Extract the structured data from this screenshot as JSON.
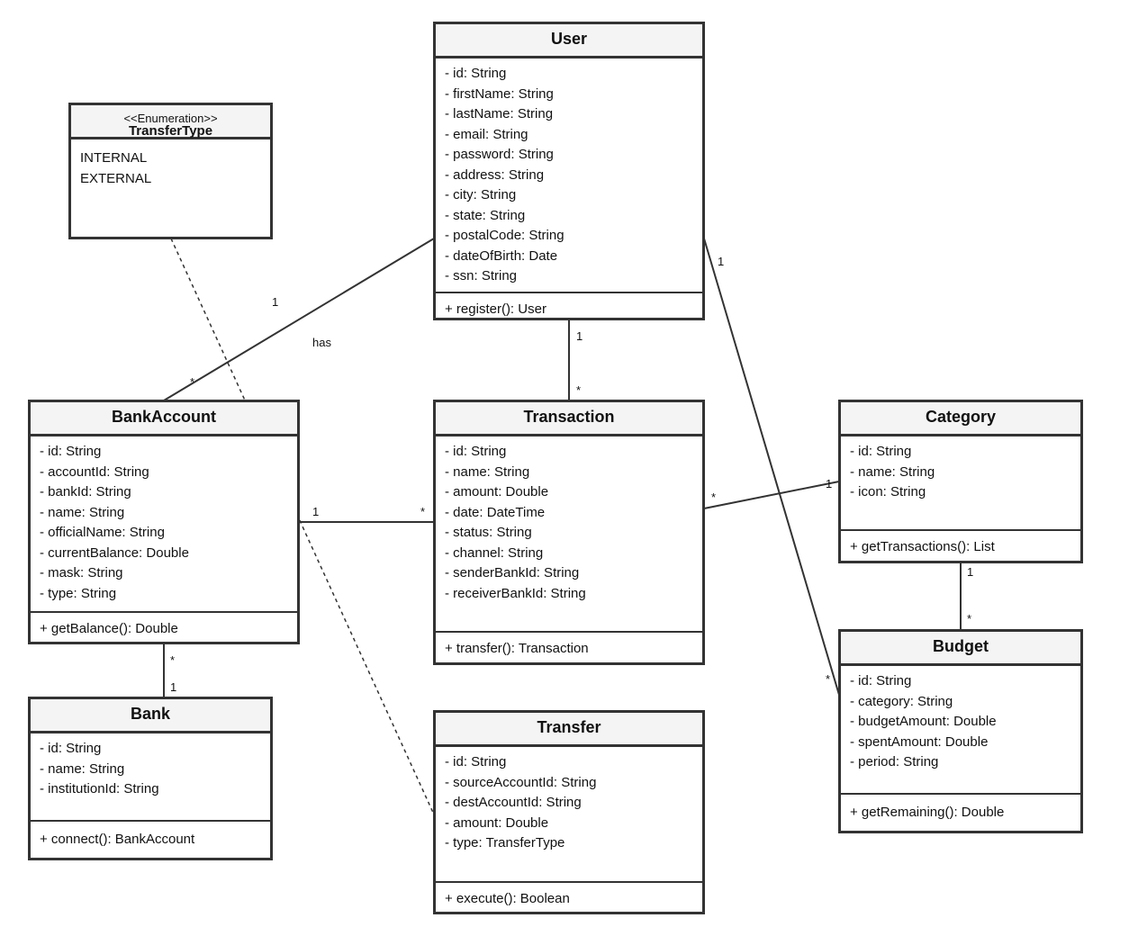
{
  "classes": {
    "user": {
      "name": "User",
      "attributes": [
        "- id: String",
        "- firstName: String",
        "- lastName: String",
        "- email: String",
        "- password: String",
        "- address: String",
        "- city: String",
        "- state: String",
        "- postalCode: String",
        "- dateOfBirth: Date",
        "- ssn: String"
      ],
      "operations": [
        "+ register(): User"
      ]
    },
    "bankaccount": {
      "name": "BankAccount",
      "attributes": [
        "- id: String",
        "- accountId: String",
        "- bankId: String",
        "- name: String",
        "- officialName: String",
        "- currentBalance: Double",
        "- mask: String",
        "- type: String"
      ],
      "operations": [
        "+ getBalance(): Double"
      ]
    },
    "transaction": {
      "name": "Transaction",
      "attributes": [
        "- id: String",
        "- name: String",
        "- amount: Double",
        "- date: DateTime",
        "- status: String",
        "- channel: String",
        "- senderBankId: String",
        "- receiverBankId: String"
      ],
      "operations": [
        "+ transfer(): Transaction"
      ]
    },
    "category": {
      "name": "Category",
      "attributes": [
        "- id: String",
        "- name: String",
        "- icon: String"
      ],
      "operations": [
        "+ getTransactions(): List"
      ]
    },
    "bank": {
      "name": "Bank",
      "attributes": [
        "- id: String",
        "- name: String",
        "- institutionId: String"
      ],
      "operations": [
        "+ connect(): BankAccount"
      ]
    },
    "transfer": {
      "name": "Transfer",
      "attributes": [
        "- id: String",
        "- sourceAccountId: String",
        "- destAccountId: String",
        "- amount: Double",
        "- type: TransferType"
      ],
      "operations": [
        "+ execute(): Boolean"
      ]
    },
    "budget": {
      "name": "Budget",
      "attributes": [
        "- id: String",
        "- category: String",
        "- budgetAmount: Double",
        "- spentAmount: Double",
        "- period: String"
      ],
      "operations": [
        "+ getRemaining(): Double"
      ]
    }
  },
  "enumeration": {
    "stereotype": "<<Enumeration>>",
    "name": "TransferType",
    "literals": [
      "INTERNAL",
      "EXTERNAL"
    ]
  },
  "labels": {
    "user_bankaccount_one": "1",
    "user_bankaccount_role": "has",
    "user_bankaccount_many": "*",
    "user_transaction_one": "1",
    "user_transaction_many": "*",
    "user_budget_one": "1",
    "user_budget_many": "*",
    "bankaccount_transaction_one": "1",
    "bankaccount_transaction_many": "*",
    "transaction_category_many": "*",
    "transaction_category_one": "1",
    "category_budget_one": "1",
    "category_budget_many": "*",
    "bankaccount_bank_many": "*",
    "bankaccount_bank_one": "1"
  }
}
